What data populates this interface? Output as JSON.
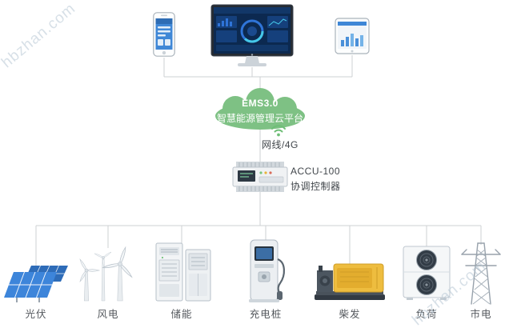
{
  "diagram": {
    "watermark": "hbzhan.com",
    "cloud": {
      "title": "EMS3.0",
      "subtitle": "智慧能源管理云平台"
    },
    "uplink": {
      "label": "网线/4G",
      "icon": "wifi-icon"
    },
    "controller": {
      "model": "ACCU-100",
      "name": "协调控制器"
    },
    "terminals": [
      {
        "id": "phone",
        "icon": "smartphone-icon"
      },
      {
        "id": "monitor",
        "icon": "desktop-monitor-icon"
      },
      {
        "id": "tablet",
        "icon": "tablet-icon"
      }
    ],
    "nodes": [
      {
        "id": "pv",
        "label": "光伏",
        "icon": "solar-panel-icon"
      },
      {
        "id": "wind",
        "label": "风电",
        "icon": "wind-turbine-icon"
      },
      {
        "id": "storage",
        "label": "储能",
        "icon": "battery-storage-icon"
      },
      {
        "id": "charger",
        "label": "充电桩",
        "icon": "ev-charger-icon"
      },
      {
        "id": "diesel",
        "label": "柴发",
        "icon": "diesel-generator-icon"
      },
      {
        "id": "load",
        "label": "负荷",
        "icon": "hvac-unit-icon"
      },
      {
        "id": "grid",
        "label": "市电",
        "icon": "transmission-tower-icon"
      }
    ],
    "colors": {
      "cloud_green": "#7ec184",
      "wifi_green": "#6fbe77",
      "line_gray": "#cdd0d3",
      "panel_blue": "#3d85da",
      "generator_yellow": "#eebd3f"
    }
  }
}
